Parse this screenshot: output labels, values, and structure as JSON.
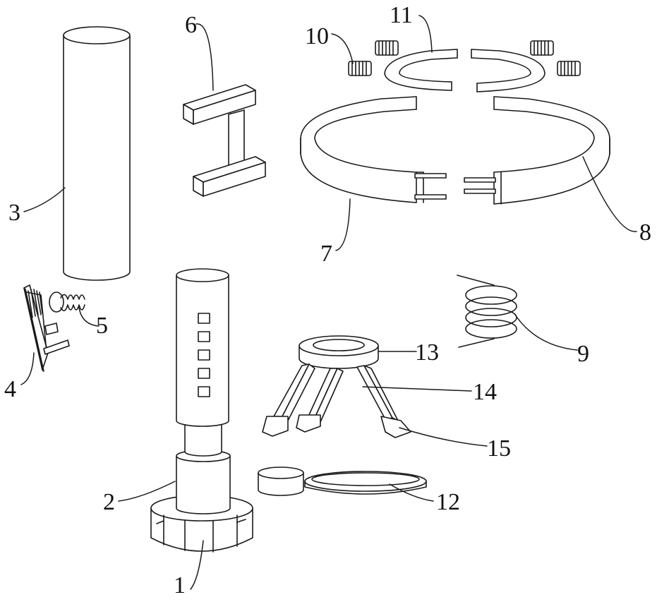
{
  "diagram": {
    "labels": [
      "1",
      "2",
      "3",
      "4",
      "5",
      "6",
      "7",
      "8",
      "9",
      "10",
      "11",
      "12",
      "13",
      "14",
      "15"
    ],
    "line_color": "#1a1a1a",
    "background": "#ffffff"
  }
}
